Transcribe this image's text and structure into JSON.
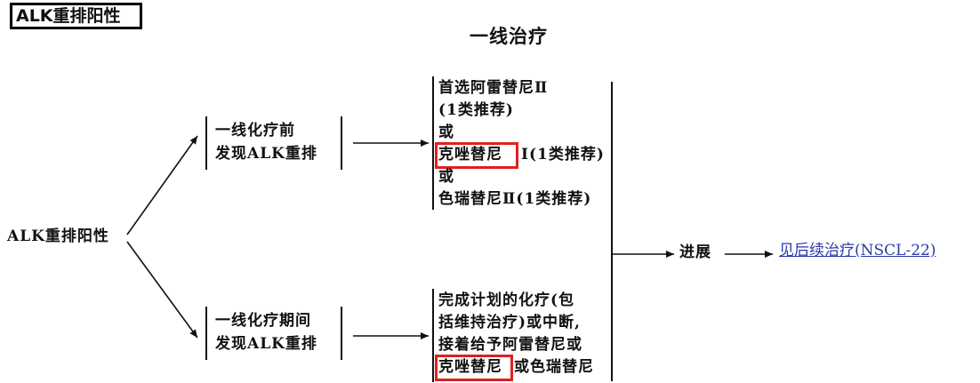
{
  "tag": "ALK重排阳性",
  "title": "一线治疗",
  "root_label": "ALK重排阳性",
  "branch_top": {
    "line1": "一线化疗前",
    "line2": "发现ALK重排"
  },
  "branch_bottom": {
    "line1": "一线化疗期间",
    "line2": "发现ALK重排"
  },
  "treat_top": {
    "line1": "首选阿雷替尼Ⅱ",
    "line2": "(1类推荐)",
    "line3": "或",
    "line4a": "克唑替尼",
    "line4b": "Ⅰ(1类推荐)",
    "line5": "或",
    "line6": "色瑞替尼Ⅱ(1类推荐)"
  },
  "treat_bottom": {
    "line1": "完成计划的化疗(包",
    "line2": "括维持治疗)或中断,",
    "line3": "接着给予阿雷替尼或",
    "line4a": "克唑替尼",
    "line4b": "或色瑞替尼"
  },
  "progress_label": "进展",
  "link_text": "见后续治疗(NSCL-22)",
  "colors": {
    "highlight": "#e02020",
    "link": "#2a3aa8"
  }
}
